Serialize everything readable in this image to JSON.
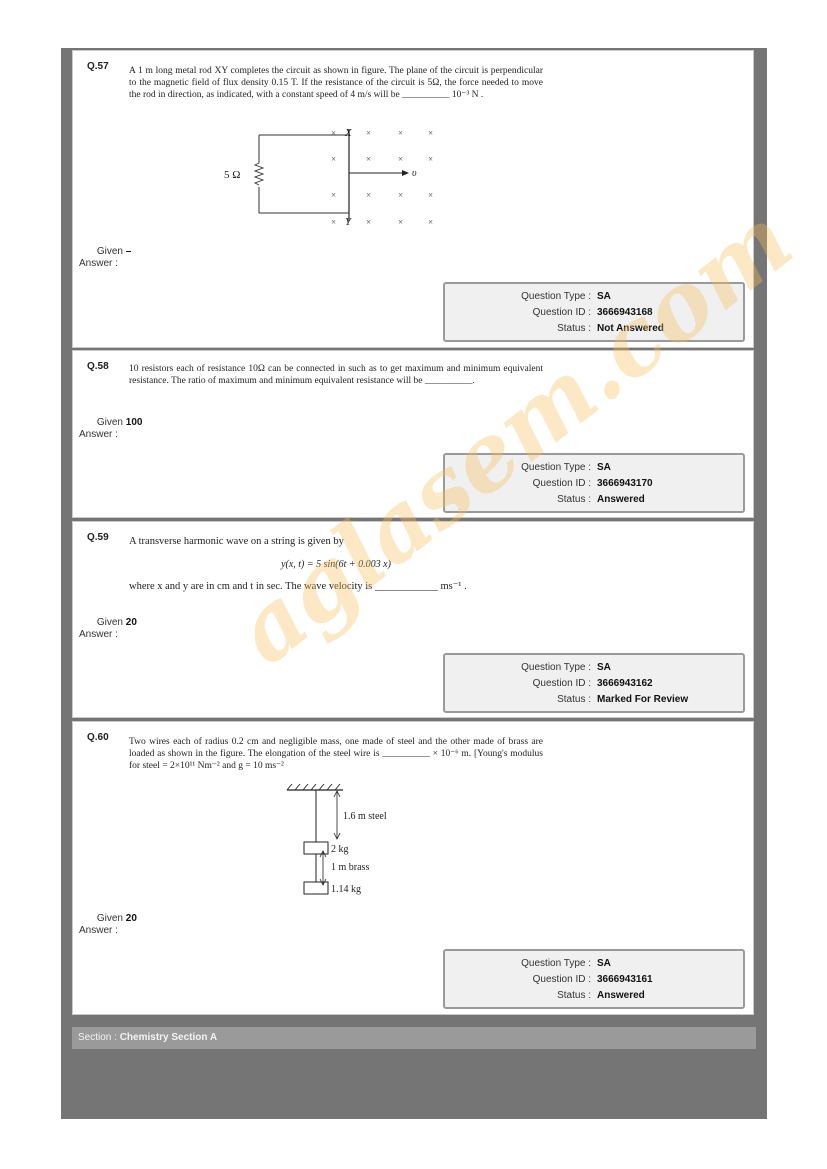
{
  "questions": [
    {
      "number": "Q.57",
      "text": "A 1 m long metal rod XY completes the circuit as shown in figure. The plane of the circuit is perpendicular to the magnetic field of flux density 0.15 T. If the resistance of the circuit is 5Ω, the force needed to move the rod in direction, as indicated, with a constant speed of 4 m/s will be __________ 10⁻³ N .",
      "figure": {
        "resistor_label": "5 Ω",
        "top_label": "X",
        "bottom_label": "Y",
        "velocity_label": "υ"
      },
      "given_label": "Given",
      "answer_label": "Answer :",
      "given_value": "–",
      "meta": {
        "type_label": "Question Type :",
        "type": "SA",
        "id_label": "Question ID :",
        "id": "3666943168",
        "status_label": "Status :",
        "status": "Not Answered"
      }
    },
    {
      "number": "Q.58",
      "text": "10 resistors each of resistance 10Ω can be connected in such as to get maximum and minimum equivalent resistance. The ratio of maximum and minimum equivalent resistance will be __________.",
      "given_label": "Given",
      "answer_label": "Answer :",
      "given_value": "100",
      "meta": {
        "type_label": "Question Type :",
        "type": "SA",
        "id_label": "Question ID :",
        "id": "3666943170",
        "status_label": "Status :",
        "status": "Answered"
      }
    },
    {
      "number": "Q.59",
      "text_line1": "A transverse harmonic wave on a string is given by",
      "equation": "y(x, t) = 5 sin(6t + 0.003 x)",
      "text_line2": "where x and y are in cm and t in sec. The wave velocity is ____________ ms⁻¹ .",
      "given_label": "Given",
      "answer_label": "Answer :",
      "given_value": "20",
      "meta": {
        "type_label": "Question Type :",
        "type": "SA",
        "id_label": "Question ID :",
        "id": "3666943162",
        "status_label": "Status :",
        "status": "Marked For Review"
      }
    },
    {
      "number": "Q.60",
      "text": "Two wires each of radius 0.2 cm and negligible mass, one made of steel and the other made of brass are loaded as shown in the figure. The elongation of the steel wire is __________ × 10⁻⁶ m. [Young's modulus for steel = 2×10¹¹ Nm⁻² and g = 10 ms⁻²",
      "figure": {
        "steel_label": "1.6 m steel",
        "mass1_label": "2 kg",
        "brass_label": "1 m brass",
        "mass2_label": "1.14 kg"
      },
      "given_label": "Given",
      "answer_label": "Answer :",
      "given_value": "20",
      "meta": {
        "type_label": "Question Type :",
        "type": "SA",
        "id_label": "Question ID :",
        "id": "3666943161",
        "status_label": "Status :",
        "status": "Answered"
      }
    }
  ],
  "section": {
    "label": "Section : ",
    "name": "Chemistry Section A"
  },
  "watermark": "aglasem.com",
  "colors": {
    "frame": "#757575",
    "section_bar": "#9a9a9a",
    "meta_bg": "#f0f0f0",
    "watermark": "#f6be5a"
  }
}
